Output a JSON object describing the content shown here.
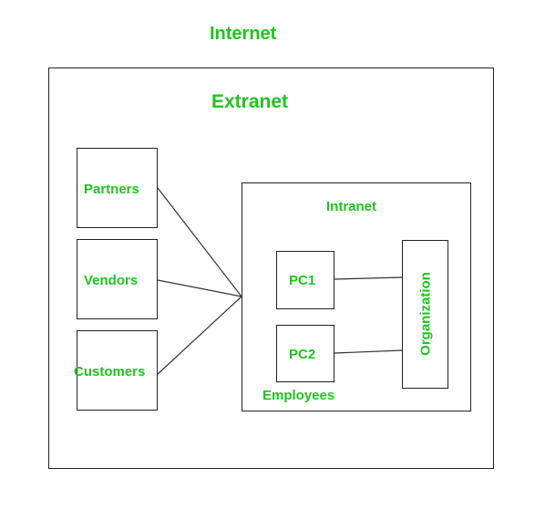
{
  "diagram": {
    "internet_label": "Internet",
    "extranet_label": "Extranet",
    "intranet_label": "Intranet",
    "employees_label": "Employees",
    "organization_label": "Organization",
    "nodes": {
      "partners": "Partners",
      "vendors": "Vendors",
      "customers": "Customers",
      "pc1": "PC1",
      "pc2": "PC2"
    },
    "label_color": "#1ec51e",
    "line_color": "#333333"
  }
}
